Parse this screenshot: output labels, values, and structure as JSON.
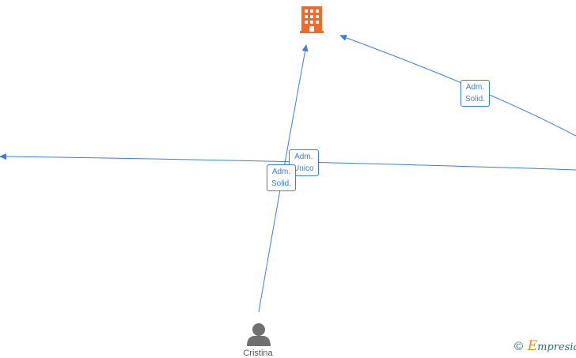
{
  "colors": {
    "edge": "#3b7fd4",
    "company_icon": "#f06a2c",
    "person_icon": "#707070",
    "brand_e": "#f08a1c",
    "brand_text": "#2d6e6e"
  },
  "nodes": {
    "company": {
      "icon": "building-icon"
    },
    "person": {
      "icon": "person-icon",
      "label": "Cristina"
    }
  },
  "edges": [
    {
      "id": "person-to-company",
      "label_line1": "Adm.",
      "label_line2": "Solid."
    },
    {
      "id": "right-to-company",
      "label_line1": "Adm.",
      "label_line2": "Solid."
    },
    {
      "id": "right-to-left",
      "label_line1": "Adm.",
      "label_line2": "Unico"
    }
  ],
  "branding": {
    "copyright": "©",
    "e": "E",
    "name": "mpresia"
  }
}
